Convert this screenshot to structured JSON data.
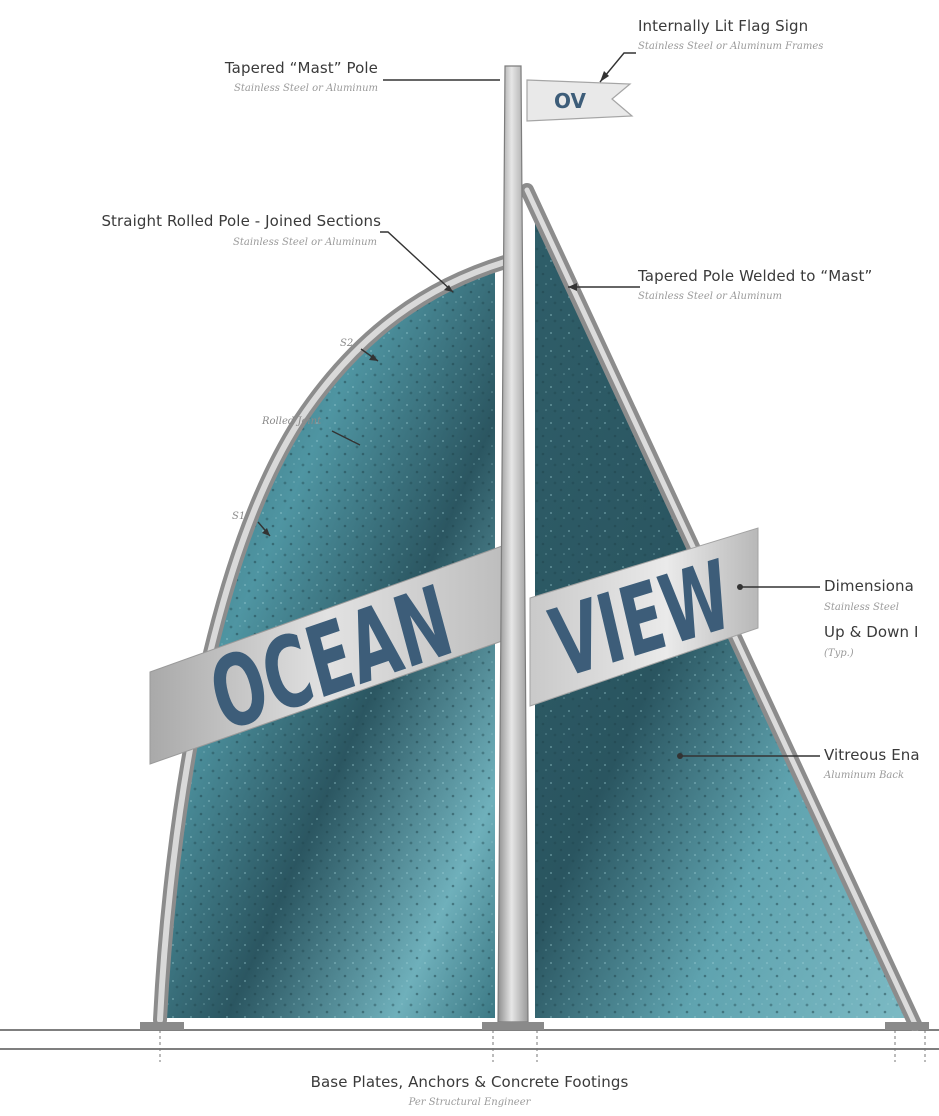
{
  "callouts": {
    "flag_sign": {
      "title": "Internally Lit Flag Sign",
      "sub": "Stainless Steel or Aluminum Frames"
    },
    "mast_pole": {
      "title": "Tapered “Mast” Pole",
      "sub": "Stainless Steel or Aluminum"
    },
    "rolled_pole": {
      "title": "Straight Rolled Pole - Joined Sections",
      "sub": "Stainless Steel or Aluminum"
    },
    "welded_pole": {
      "title": "Tapered Pole Welded to “Mast”",
      "sub": "Stainless Steel or Aluminum"
    },
    "s2": "S2",
    "rolled_joint": "Rolled Joint",
    "s1": "S1",
    "dimensional": {
      "title": "Dimensiona",
      "sub": "Stainless Steel"
    },
    "up_down": {
      "title": "Up & Down I",
      "sub": "(Typ.)"
    },
    "vitreous": {
      "title": "Vitreous Ena",
      "sub": "Aluminum Back"
    },
    "base": {
      "title": "Base Plates, Anchors & Concrete Footings",
      "sub": "Per Structural Engineer"
    }
  },
  "sign_text": {
    "flag": "OV",
    "left_panel": "OCEAN",
    "right_panel": "VIEW"
  },
  "colors": {
    "water_dark": "#2c5763",
    "water_mid": "#3f7d8a",
    "water_light": "#7fb8c2",
    "letter_blue": "#3d5d79",
    "pole": "#b5b5b5",
    "panel": "#cfcfcf"
  }
}
